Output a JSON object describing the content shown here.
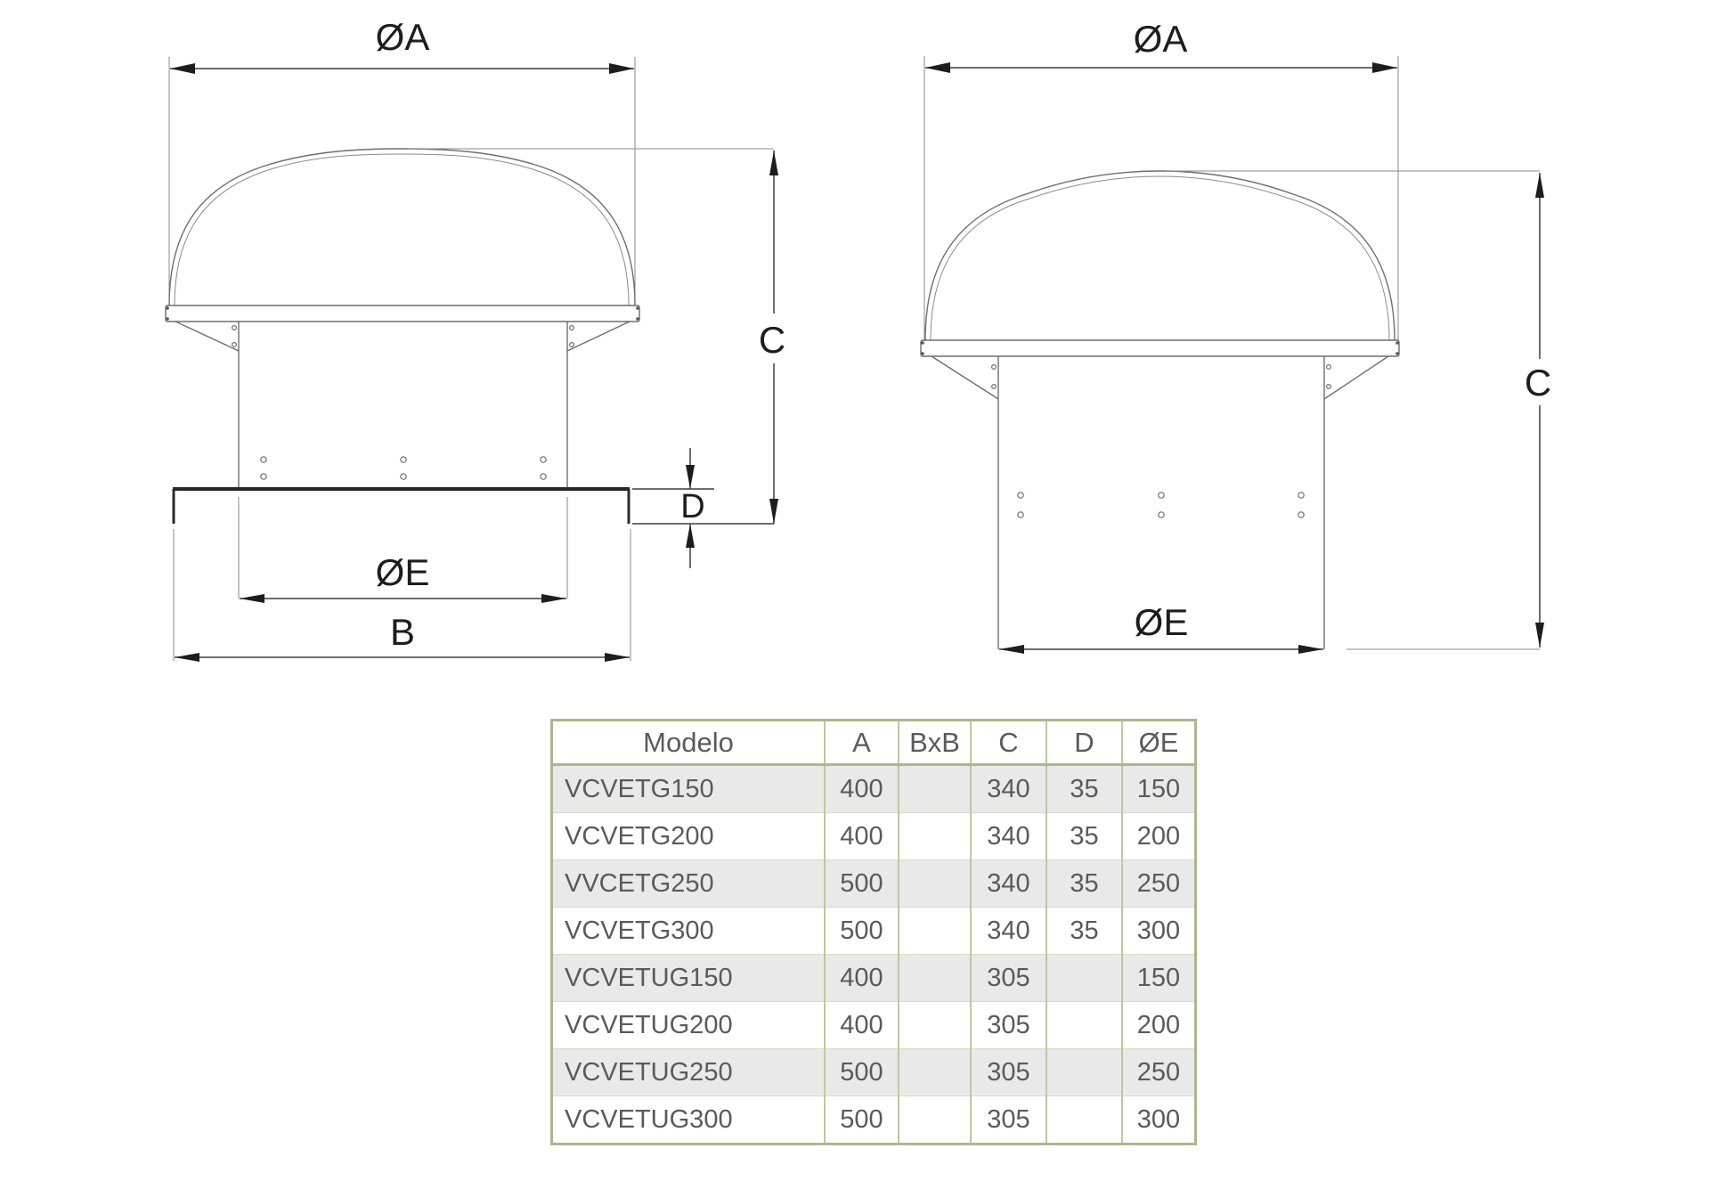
{
  "drawing": {
    "left_view": {
      "title": "roof fan side view with base plate",
      "dim_labels": {
        "diameter_a": "ØA",
        "height_c": "C",
        "plate_d": "D",
        "diameter_e": "ØE",
        "base_b": "B"
      }
    },
    "right_view": {
      "title": "roof fan side view without base plate",
      "dim_labels": {
        "diameter_a": "ØA",
        "height_c": "C",
        "diameter_e": "ØE"
      }
    },
    "colors": {
      "structure_line": "#6e6e6e",
      "dimension_line": "#3e3e3e",
      "label_text": "#1d1d1d"
    }
  },
  "table": {
    "columns": [
      "Modelo",
      "A",
      "BxB",
      "C",
      "D",
      "ØE"
    ],
    "rows": [
      [
        "VCVETG150",
        "400",
        "",
        "340",
        "35",
        "150"
      ],
      [
        "VCVETG200",
        "400",
        "",
        "340",
        "35",
        "200"
      ],
      [
        "VVCETG250",
        "500",
        "",
        "340",
        "35",
        "250"
      ],
      [
        "VCVETG300",
        "500",
        "",
        "340",
        "35",
        "300"
      ],
      [
        "VCVETUG150",
        "400",
        "",
        "305",
        "",
        "150"
      ],
      [
        "VCVETUG200",
        "400",
        "",
        "305",
        "",
        "200"
      ],
      [
        "VCVETUG250",
        "500",
        "",
        "305",
        "",
        "250"
      ],
      [
        "VCVETUG300",
        "500",
        "",
        "305",
        "",
        "300"
      ]
    ],
    "colors": {
      "outer_border": "#a9b88f",
      "grid": "#bcc8a2",
      "zebra_row": "#e9e9e9",
      "text": "#5a5a5a"
    }
  }
}
